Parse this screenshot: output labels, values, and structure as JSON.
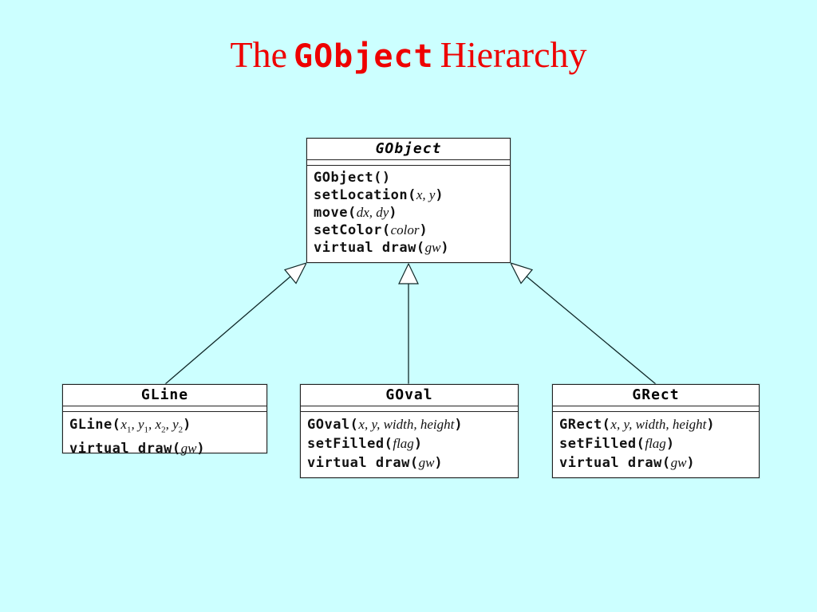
{
  "page": {
    "background": "#CCFFFF",
    "accent_red": "#EE0000",
    "box_fill": "#FFFFFF",
    "line_color": "#102828"
  },
  "title": {
    "prefix": "The",
    "code": "GObject",
    "suffix": "Hierarchy"
  },
  "classes": [
    {
      "id": "gobject",
      "name": "GObject",
      "abstract": true,
      "methods": [
        {
          "name": "GObject",
          "params": []
        },
        {
          "name": "setLocation",
          "params": [
            {
              "text": "x"
            },
            {
              "text": "y"
            }
          ]
        },
        {
          "name": "move",
          "params": [
            {
              "text": "dx"
            },
            {
              "text": "dy"
            }
          ]
        },
        {
          "name": "setColor",
          "params": [
            {
              "text": "color"
            }
          ]
        },
        {
          "name": "virtual draw",
          "params": [
            {
              "text": "gw"
            }
          ]
        }
      ]
    },
    {
      "id": "gline",
      "name": "GLine",
      "abstract": false,
      "methods": [
        {
          "name": "GLine",
          "params": [
            {
              "text": "x",
              "sub": "1"
            },
            {
              "text": "y",
              "sub": "1"
            },
            {
              "text": "x",
              "sub": "2"
            },
            {
              "text": "y",
              "sub": "2"
            }
          ]
        },
        {
          "name": "virtual draw",
          "params": [
            {
              "text": "gw"
            }
          ]
        }
      ]
    },
    {
      "id": "goval",
      "name": "GOval",
      "abstract": false,
      "methods": [
        {
          "name": "GOval",
          "params": [
            {
              "text": "x"
            },
            {
              "text": "y"
            },
            {
              "text": "width"
            },
            {
              "text": "height"
            }
          ]
        },
        {
          "name": "setFilled",
          "params": [
            {
              "text": "flag"
            }
          ]
        },
        {
          "name": "virtual draw",
          "params": [
            {
              "text": "gw"
            }
          ]
        }
      ]
    },
    {
      "id": "grect",
      "name": "GRect",
      "abstract": false,
      "methods": [
        {
          "name": "GRect",
          "params": [
            {
              "text": "x"
            },
            {
              "text": "y"
            },
            {
              "text": "width"
            },
            {
              "text": "height"
            }
          ]
        },
        {
          "name": "setFilled",
          "params": [
            {
              "text": "flag"
            }
          ]
        },
        {
          "name": "virtual draw",
          "params": [
            {
              "text": "gw"
            }
          ]
        }
      ]
    }
  ],
  "relationships": [
    {
      "from": "GLine",
      "to": "GObject",
      "type": "inheritance"
    },
    {
      "from": "GOval",
      "to": "GObject",
      "type": "inheritance"
    },
    {
      "from": "GRect",
      "to": "GObject",
      "type": "inheritance"
    }
  ]
}
